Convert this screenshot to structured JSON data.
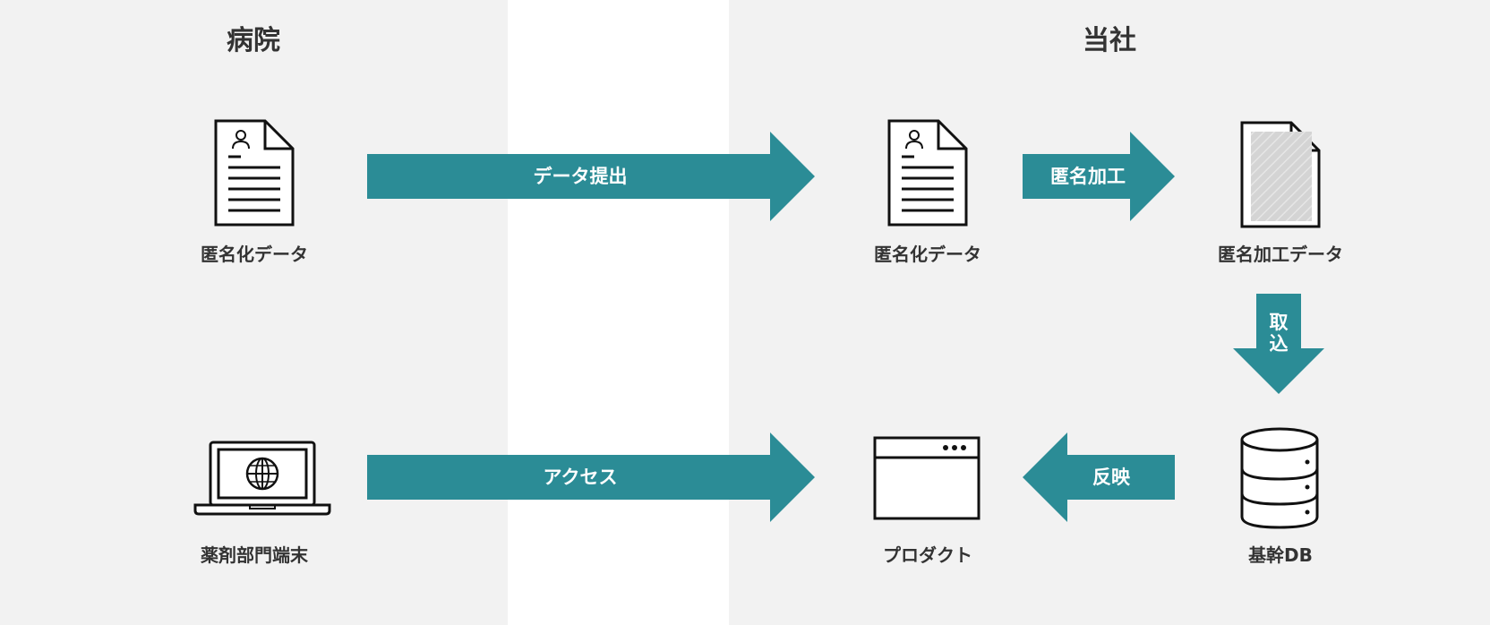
{
  "sections": {
    "hospital_title": "病院",
    "company_title": "当社"
  },
  "nodes": {
    "hospital_data": "匿名化データ",
    "company_data": "匿名化データ",
    "processed_data": "匿名加工データ",
    "pharmacy_terminal": "薬剤部門端末",
    "product": "プロダクト",
    "core_db": "基幹DB"
  },
  "arrows": {
    "submit": "データ提出",
    "anonymize": "匿名加工",
    "import_line1": "取",
    "import_line2": "込",
    "access": "アクセス",
    "reflect": "反映"
  },
  "colors": {
    "arrow": "#2b8c96",
    "panel": "#f2f2f2",
    "gap": "#ffffff",
    "icon_stroke": "#111111"
  },
  "icons": [
    "document-icon",
    "document-icon",
    "anonymized-document-icon",
    "laptop-globe-icon",
    "browser-window-icon",
    "database-icon"
  ]
}
